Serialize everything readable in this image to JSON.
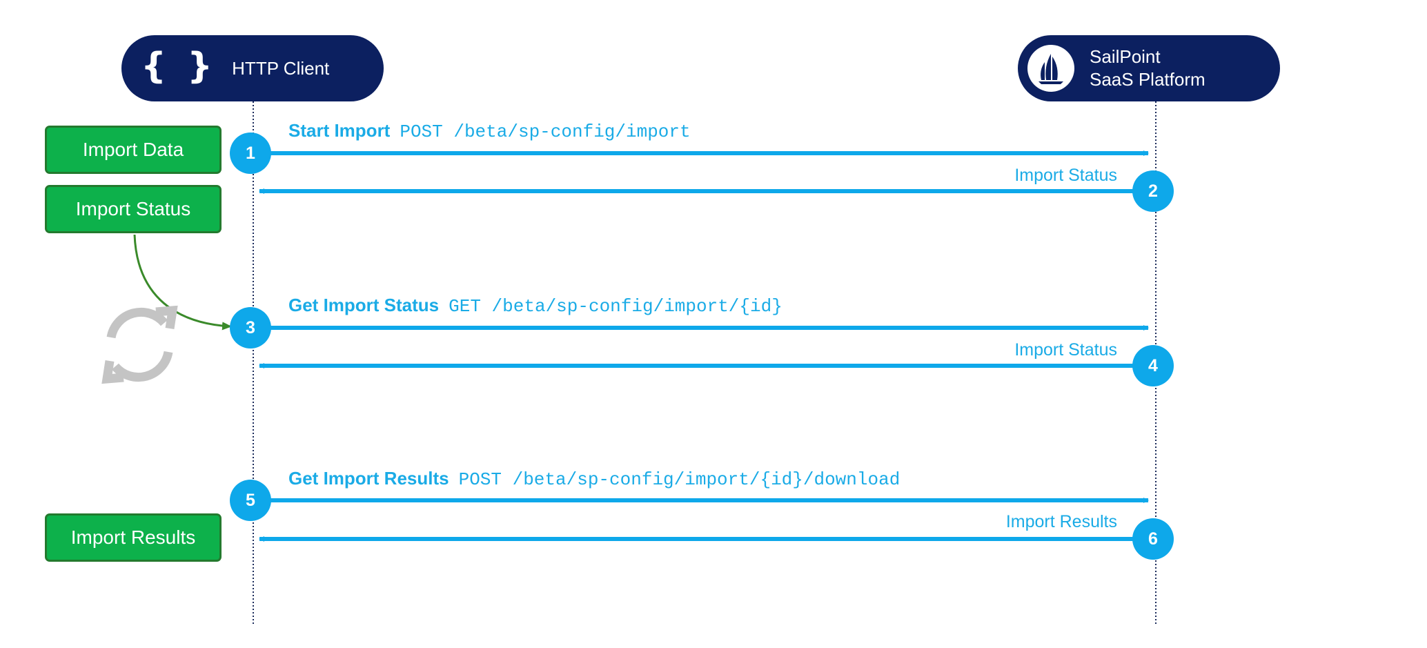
{
  "actors": {
    "client": {
      "label": "HTTP Client",
      "icon": "curly-braces-icon"
    },
    "platform": {
      "label_line1": "SailPoint",
      "label_line2": "SaaS Platform",
      "icon": "sailpoint-logo-icon"
    }
  },
  "side_boxes": {
    "import_data": "Import Data",
    "import_status": "Import Status",
    "import_results": "Import Results"
  },
  "messages": [
    {
      "step": "1",
      "title": "Start Import",
      "endpoint": "POST /beta/sp-config/import"
    },
    {
      "step": "2",
      "label": "Import Status"
    },
    {
      "step": "3",
      "title": "Get Import Status",
      "endpoint": "GET /beta/sp-config/import/{id}"
    },
    {
      "step": "4",
      "label": "Import Status"
    },
    {
      "step": "5",
      "title": "Get Import Results",
      "endpoint": "POST /beta/sp-config/import/{id}/download"
    },
    {
      "step": "6",
      "label": "Import Results"
    }
  ],
  "colors": {
    "navy": "#0c2060",
    "arrow_blue": "#0ea8ea",
    "box_green": "#0db14b",
    "connector_green": "#3a8a2a",
    "loop_gray": "#c4c4c4"
  },
  "loop_icon": "refresh-loop-icon"
}
